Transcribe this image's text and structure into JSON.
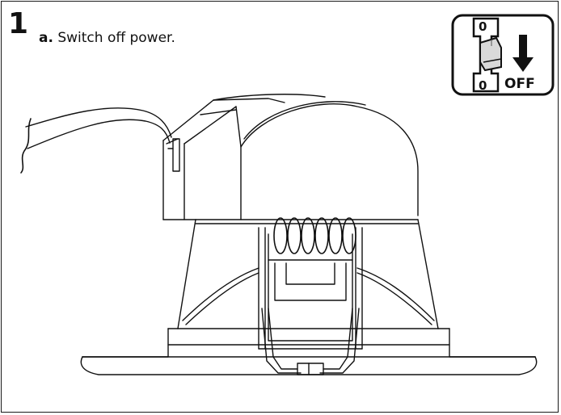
{
  "step": {
    "number": "1",
    "letter": "a.",
    "instruction": "Switch off power."
  },
  "switch_icon": {
    "icon": "power-switch-off-icon",
    "top_label": "0",
    "bottom_label": "0",
    "state_label": "OFF"
  },
  "illustration": {
    "icon": "recessed-downlight-fixture-icon"
  }
}
